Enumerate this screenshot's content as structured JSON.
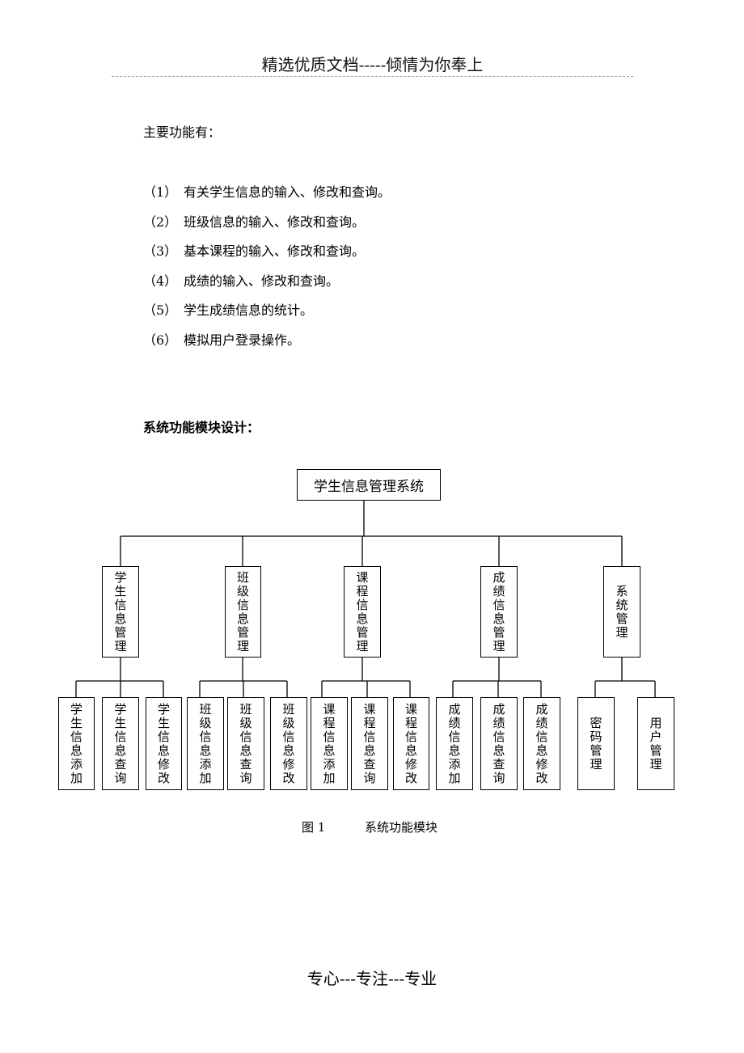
{
  "header": {
    "text": "精选优质文档-----倾情为你奉上"
  },
  "intro": "主要功能有：",
  "features": [
    {
      "num": "（1）",
      "text": "有关学生信息的输入、修改和查询。"
    },
    {
      "num": "（2）",
      "text": "班级信息的输入、修改和查询。"
    },
    {
      "num": "（3）",
      "text": "基本课程的输入、修改和查询。"
    },
    {
      "num": "（4）",
      "text": "成绩的输入、修改和查询。"
    },
    {
      "num": "（5）",
      "text": "学生成绩信息的统计。"
    },
    {
      "num": "（6）",
      "text": "模拟用户登录操作。"
    }
  ],
  "section_title": "系统功能模块设计：",
  "diagram": {
    "root": "学生信息管理系统",
    "modules": [
      {
        "label": "学生信息管理",
        "children": [
          "学生信息添加",
          "学生信息查询",
          "学生信息修改"
        ]
      },
      {
        "label": "班级信息管理",
        "children": [
          "班级信息添加",
          "班级信息查询",
          "班级信息修改"
        ]
      },
      {
        "label": "课程信息管理",
        "children": [
          "课程信息添加",
          "课程信息查询",
          "课程信息修改"
        ]
      },
      {
        "label": "成绩信息管理",
        "children": [
          "成绩信息添加",
          "成绩信息查询",
          "成绩信息修改"
        ]
      },
      {
        "label": "系统管理",
        "children": [
          "密码管理",
          "用户管理"
        ]
      }
    ]
  },
  "caption": {
    "label": "图 1",
    "text": "系统功能模块"
  },
  "footer": {
    "text": "专心---专注---专业"
  }
}
